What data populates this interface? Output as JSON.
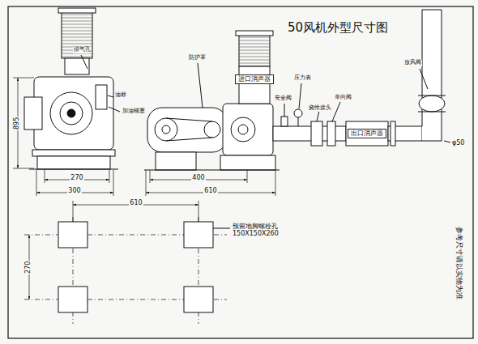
{
  "diagram": {
    "title": "50风机外型尺寸图",
    "nodes": [
      {
        "text": [
          "进口消声器"
        ]
      },
      {
        "text": [
          "出口消声器"
        ]
      }
    ],
    "labels": [
      "895",
      "270",
      "300",
      "400",
      "610",
      "610",
      "270",
      "预留地脚螺栓孔 150X150X260",
      "排气孔",
      "油标",
      "加油螺塞",
      "防护罩",
      "安全阀",
      "压力表",
      "挠性接头",
      "单向阀",
      "放风阀",
      "φ50",
      "参考尺寸请以实物为准"
    ]
  }
}
